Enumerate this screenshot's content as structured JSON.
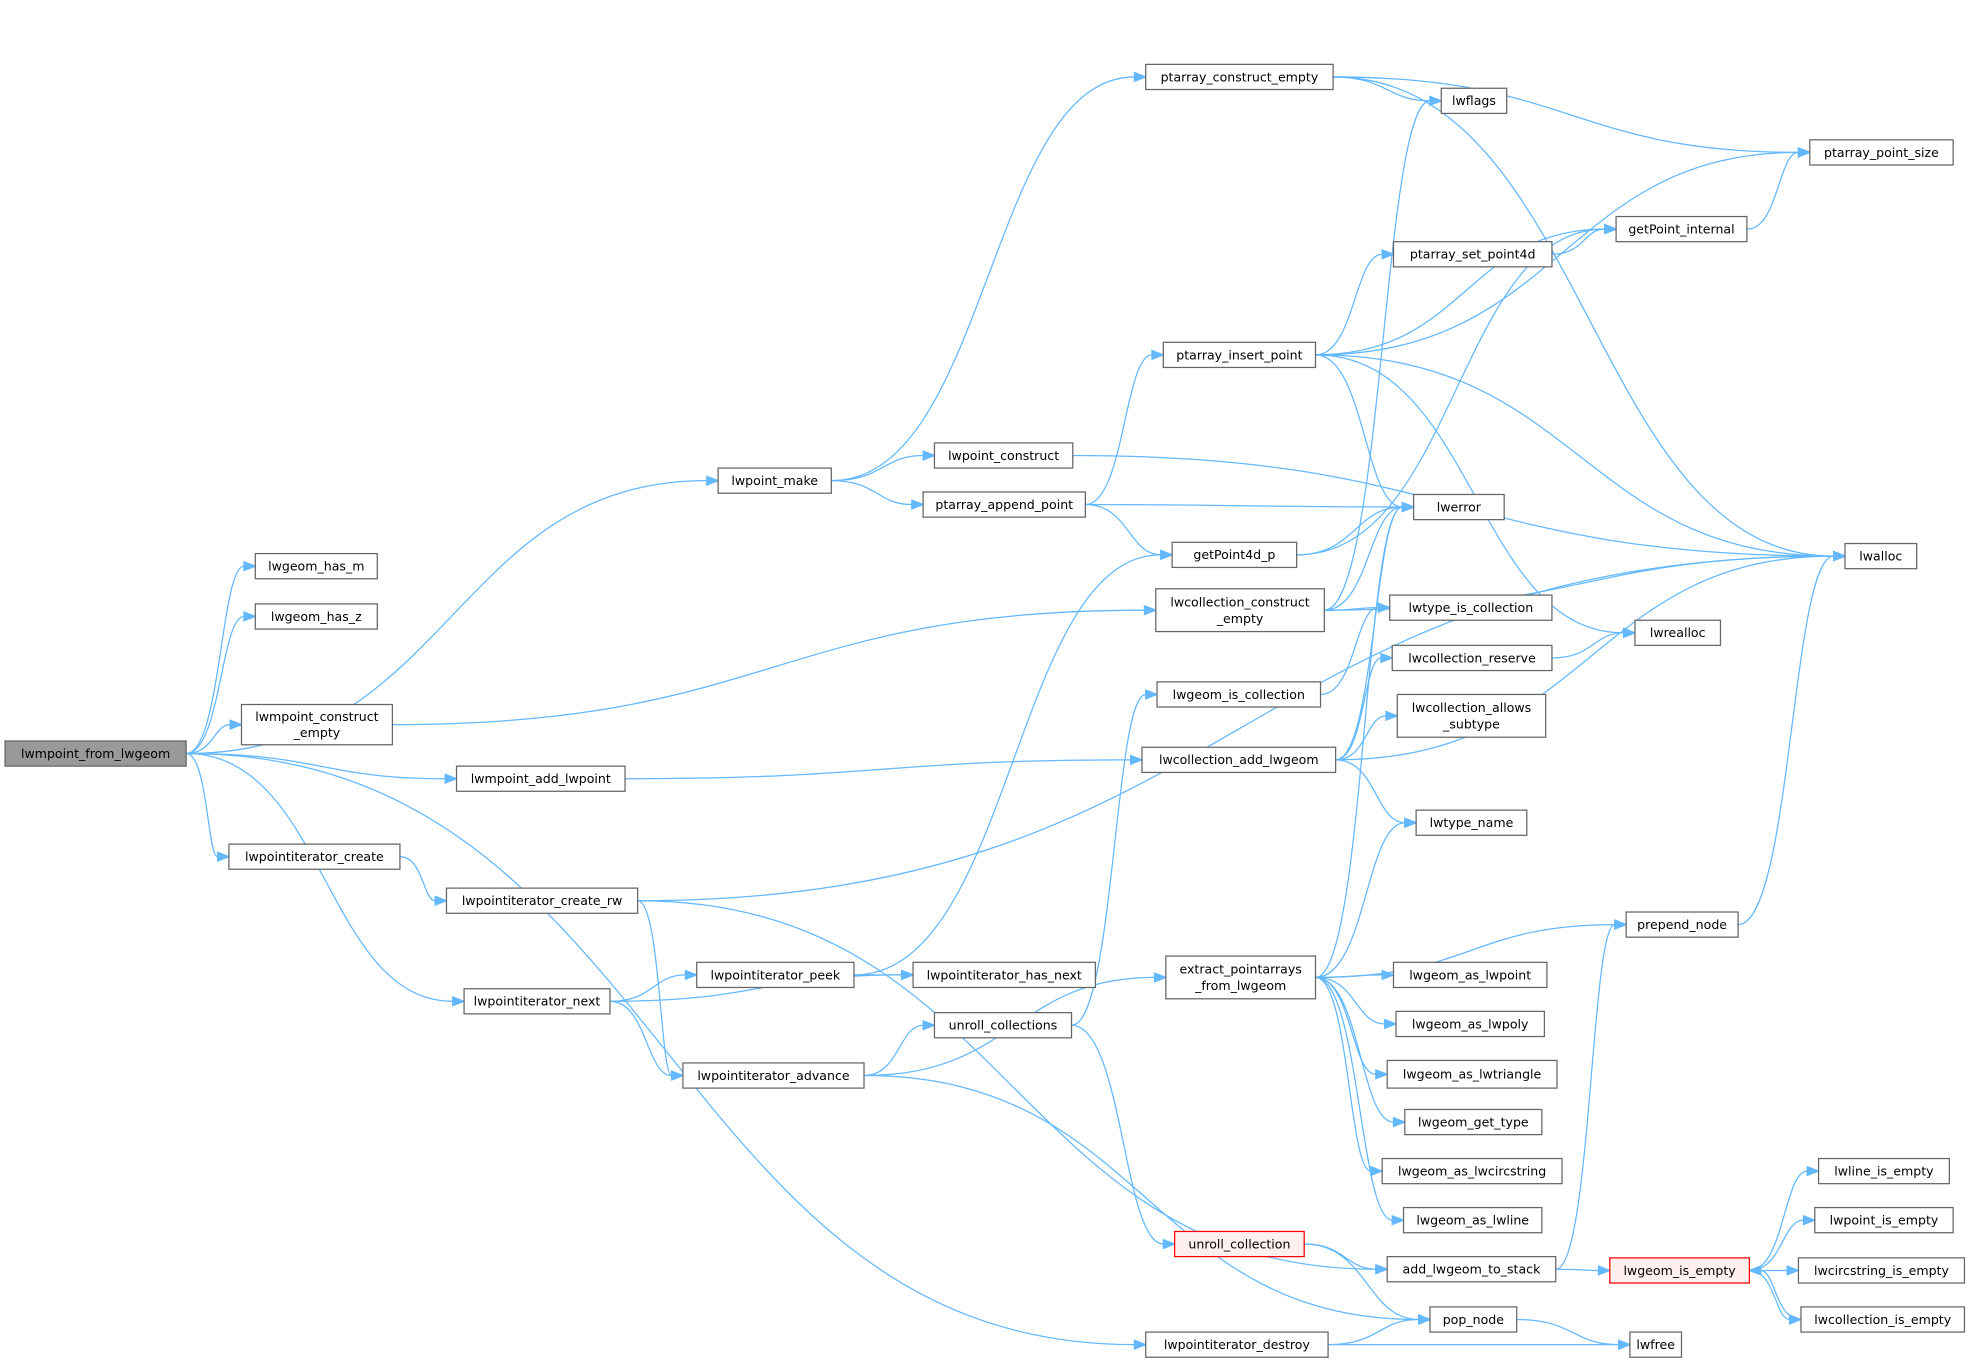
{
  "title": "lwmpoint_from_lwgeom call graph",
  "colors": {
    "edge": "#63b8ff",
    "main_fill": "#999999",
    "highlight_border": "#ff0000",
    "highlight_fill": "#fff0f0"
  },
  "nodes": [
    {
      "id": "from",
      "lines": [
        "lwmpoint_from_lwgeom"
      ],
      "style": "main"
    },
    {
      "id": "has_m",
      "lines": [
        "lwgeom_has_m"
      ]
    },
    {
      "id": "has_z",
      "lines": [
        "lwgeom_has_z"
      ]
    },
    {
      "id": "mp_ce",
      "lines": [
        "lwmpoint_construct",
        "_empty"
      ]
    },
    {
      "id": "pt_make",
      "lines": [
        "lwpoint_make"
      ]
    },
    {
      "id": "mp_add",
      "lines": [
        "lwmpoint_add_lwpoint"
      ]
    },
    {
      "id": "it_create",
      "lines": [
        "lwpointiterator_create"
      ]
    },
    {
      "id": "it_rw",
      "lines": [
        "lwpointiterator_create_rw"
      ]
    },
    {
      "id": "it_next",
      "lines": [
        "lwpointiterator_next"
      ]
    },
    {
      "id": "pa_ce",
      "lines": [
        "ptarray_construct_empty"
      ]
    },
    {
      "id": "pt_con",
      "lines": [
        "lwpoint_construct"
      ]
    },
    {
      "id": "pa_app",
      "lines": [
        "ptarray_append_point"
      ]
    },
    {
      "id": "pa_ins",
      "lines": [
        "ptarray_insert_point"
      ]
    },
    {
      "id": "gp4d",
      "lines": [
        "getPoint4d_p"
      ]
    },
    {
      "id": "col_ce",
      "lines": [
        "lwcollection_construct",
        "_empty"
      ]
    },
    {
      "id": "is_col",
      "lines": [
        "lwgeom_is_collection"
      ]
    },
    {
      "id": "col_add",
      "lines": [
        "lwcollection_add_lwgeom"
      ]
    },
    {
      "id": "flags",
      "lines": [
        "lwflags"
      ]
    },
    {
      "id": "pa_set",
      "lines": [
        "ptarray_set_point4d"
      ]
    },
    {
      "id": "gpi",
      "lines": [
        "getPoint_internal"
      ]
    },
    {
      "id": "pa_ps",
      "lines": [
        "ptarray_point_size"
      ]
    },
    {
      "id": "err",
      "lines": [
        "lwerror"
      ]
    },
    {
      "id": "alloc",
      "lines": [
        "lwalloc"
      ]
    },
    {
      "id": "t_is_col",
      "lines": [
        "lwtype_is_collection"
      ]
    },
    {
      "id": "realloc",
      "lines": [
        "lwrealloc"
      ]
    },
    {
      "id": "col_res",
      "lines": [
        "lwcollection_reserve"
      ]
    },
    {
      "id": "col_allow",
      "lines": [
        "lwcollection_allows",
        "_subtype"
      ]
    },
    {
      "id": "tname",
      "lines": [
        "lwtype_name"
      ]
    },
    {
      "id": "it_peek",
      "lines": [
        "lwpointiterator_peek"
      ]
    },
    {
      "id": "it_hasnext",
      "lines": [
        "lwpointiterator_has_next"
      ]
    },
    {
      "id": "it_adv",
      "lines": [
        "lwpointiterator_advance"
      ]
    },
    {
      "id": "unrolls",
      "lines": [
        "unroll_collections"
      ]
    },
    {
      "id": "extract",
      "lines": [
        "extract_pointarrays",
        "_from_lwgeom"
      ]
    },
    {
      "id": "prepend",
      "lines": [
        "prepend_node"
      ]
    },
    {
      "id": "as_pt",
      "lines": [
        "lwgeom_as_lwpoint"
      ]
    },
    {
      "id": "as_poly",
      "lines": [
        "lwgeom_as_lwpoly"
      ]
    },
    {
      "id": "as_tri",
      "lines": [
        "lwgeom_as_lwtriangle"
      ]
    },
    {
      "id": "get_type",
      "lines": [
        "lwgeom_get_type"
      ]
    },
    {
      "id": "as_circ",
      "lines": [
        "lwgeom_as_lwcircstring"
      ]
    },
    {
      "id": "as_line",
      "lines": [
        "lwgeom_as_lwline"
      ]
    },
    {
      "id": "unroll",
      "lines": [
        "unroll_collection"
      ],
      "style": "hl"
    },
    {
      "id": "add_stack",
      "lines": [
        "add_lwgeom_to_stack"
      ]
    },
    {
      "id": "is_empty",
      "lines": [
        "lwgeom_is_empty"
      ],
      "style": "hl"
    },
    {
      "id": "line_empty",
      "lines": [
        "lwline_is_empty"
      ]
    },
    {
      "id": "pt_empty",
      "lines": [
        "lwpoint_is_empty"
      ]
    },
    {
      "id": "circ_empty",
      "lines": [
        "lwcircstring_is_empty"
      ]
    },
    {
      "id": "col_empty",
      "lines": [
        "lwcollection_is_empty"
      ]
    },
    {
      "id": "pop",
      "lines": [
        "pop_node"
      ]
    },
    {
      "id": "it_destroy",
      "lines": [
        "lwpointiterator_destroy"
      ]
    },
    {
      "id": "free",
      "lines": [
        "lwfree"
      ]
    }
  ],
  "edges": [
    [
      "from",
      "has_m"
    ],
    [
      "from",
      "has_z"
    ],
    [
      "from",
      "pt_make"
    ],
    [
      "from",
      "mp_ce"
    ],
    [
      "from",
      "mp_add"
    ],
    [
      "from",
      "it_create"
    ],
    [
      "from",
      "it_next"
    ],
    [
      "from",
      "it_destroy"
    ],
    [
      "pt_make",
      "pa_ce"
    ],
    [
      "pt_make",
      "pt_con"
    ],
    [
      "pt_make",
      "pa_app"
    ],
    [
      "pa_ce",
      "flags"
    ],
    [
      "pa_ce",
      "pa_ps"
    ],
    [
      "pa_ce",
      "alloc"
    ],
    [
      "pt_con",
      "alloc"
    ],
    [
      "pa_app",
      "pa_ins"
    ],
    [
      "pa_app",
      "err"
    ],
    [
      "pa_app",
      "gp4d"
    ],
    [
      "pa_ins",
      "pa_ps"
    ],
    [
      "pa_ins",
      "gpi"
    ],
    [
      "pa_ins",
      "pa_set"
    ],
    [
      "pa_ins",
      "alloc"
    ],
    [
      "pa_ins",
      "err"
    ],
    [
      "pa_ins",
      "realloc"
    ],
    [
      "pa_set",
      "gpi"
    ],
    [
      "gpi",
      "pa_ps"
    ],
    [
      "gp4d",
      "err"
    ],
    [
      "gp4d",
      "gpi"
    ],
    [
      "mp_ce",
      "col_ce"
    ],
    [
      "col_ce",
      "flags"
    ],
    [
      "col_ce",
      "err"
    ],
    [
      "col_ce",
      "alloc"
    ],
    [
      "col_ce",
      "t_is_col"
    ],
    [
      "mp_add",
      "col_add"
    ],
    [
      "col_add",
      "err"
    ],
    [
      "col_add",
      "col_res"
    ],
    [
      "col_add",
      "col_allow"
    ],
    [
      "col_add",
      "alloc"
    ],
    [
      "col_add",
      "tname"
    ],
    [
      "is_col",
      "t_is_col"
    ],
    [
      "col_res",
      "realloc"
    ],
    [
      "it_create",
      "it_rw"
    ],
    [
      "it_rw",
      "alloc"
    ],
    [
      "it_rw",
      "add_stack"
    ],
    [
      "it_rw",
      "it_adv"
    ],
    [
      "it_next",
      "it_peek"
    ],
    [
      "it_next",
      "it_hasnext"
    ],
    [
      "it_next",
      "it_adv"
    ],
    [
      "it_peek",
      "gp4d"
    ],
    [
      "it_peek",
      "it_hasnext"
    ],
    [
      "it_adv",
      "unrolls"
    ],
    [
      "it_adv",
      "extract"
    ],
    [
      "it_adv",
      "pop"
    ],
    [
      "unrolls",
      "is_col"
    ],
    [
      "unrolls",
      "unroll"
    ],
    [
      "extract",
      "err"
    ],
    [
      "extract",
      "tname"
    ],
    [
      "extract",
      "prepend"
    ],
    [
      "extract",
      "as_pt"
    ],
    [
      "extract",
      "as_poly"
    ],
    [
      "extract",
      "as_tri"
    ],
    [
      "extract",
      "get_type"
    ],
    [
      "extract",
      "as_circ"
    ],
    [
      "extract",
      "as_line"
    ],
    [
      "prepend",
      "alloc"
    ],
    [
      "unroll",
      "add_stack"
    ],
    [
      "unroll",
      "pop"
    ],
    [
      "add_stack",
      "prepend"
    ],
    [
      "add_stack",
      "is_empty"
    ],
    [
      "is_empty",
      "line_empty"
    ],
    [
      "is_empty",
      "pt_empty"
    ],
    [
      "is_empty",
      "circ_empty"
    ],
    [
      "is_empty",
      "col_empty"
    ],
    [
      "col_empty",
      "is_empty"
    ],
    [
      "pop",
      "free"
    ],
    [
      "it_destroy",
      "pop"
    ],
    [
      "it_destroy",
      "free"
    ]
  ]
}
